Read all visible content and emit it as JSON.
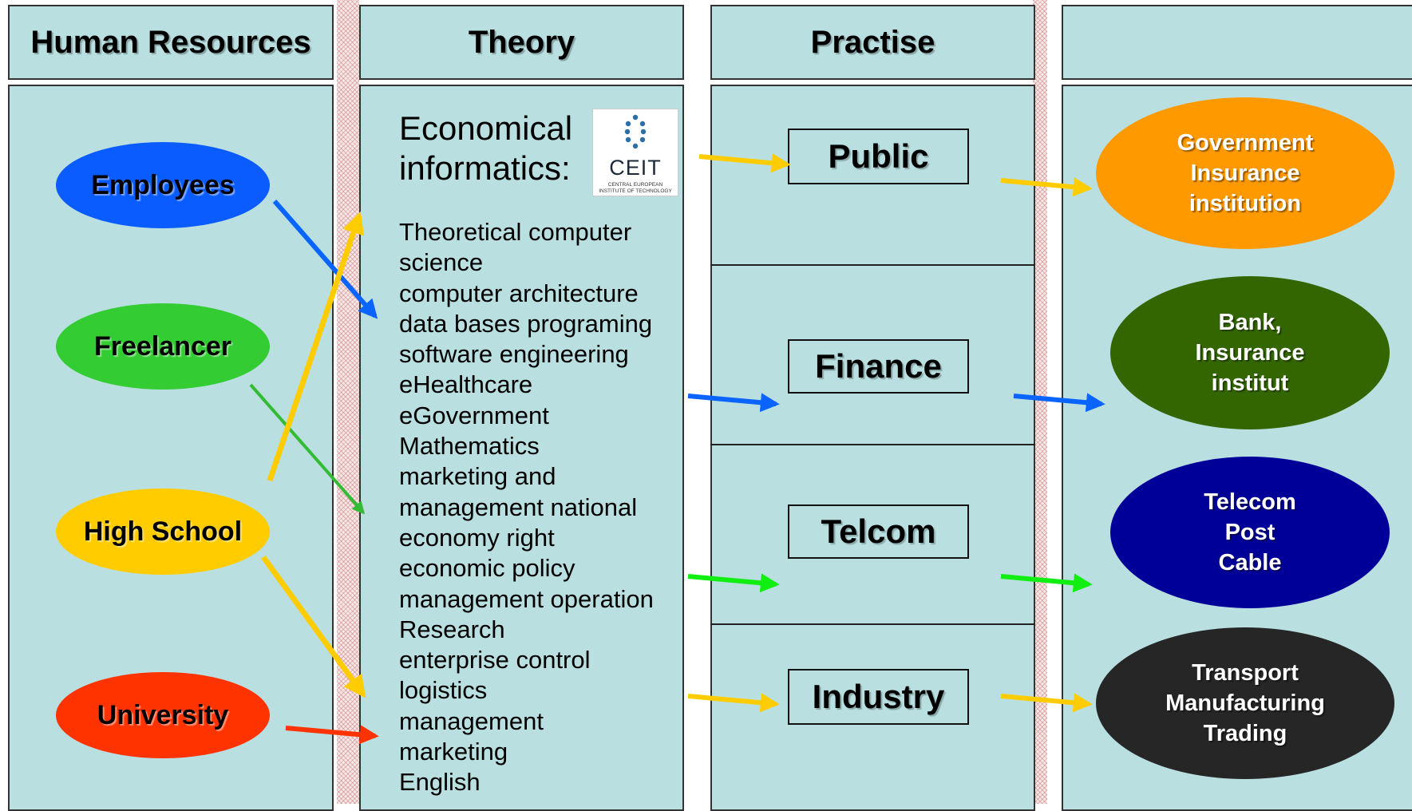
{
  "headers": {
    "human_resources": "Human Resources",
    "theory": "Theory",
    "practise": "Practise",
    "sectors": ""
  },
  "human_resources": [
    {
      "label": "Employees",
      "color": "#0a5cff"
    },
    {
      "label": "Freelancer",
      "color": "#33cc33"
    },
    {
      "label": "High School",
      "color": "#ffcc00"
    },
    {
      "label": "University",
      "color": "#ff3300"
    }
  ],
  "theory": {
    "title_line1": "Economical",
    "title_line2": "informatics:",
    "logo": {
      "name": "CEIT",
      "subtitle": "CENTRAL EUROPEAN\nINSTITUTE OF TECHNOLOGY"
    },
    "courses": [
      "Theoretical computer",
      "science",
      "computer architecture",
      "data bases programing",
      "software engineering",
      "eHealthcare",
      "eGovernment",
      "Mathematics",
      "marketing and",
      "management national",
      "economy right",
      "economic policy",
      "management operation",
      "Research",
      "enterprise control",
      "logistics",
      "management",
      "marketing",
      "English"
    ]
  },
  "practise": [
    {
      "label": "Public"
    },
    {
      "label": "Finance"
    },
    {
      "label": "Telcom"
    },
    {
      "label": "Industry"
    }
  ],
  "sectors": [
    {
      "label": "Government\nInsurance\ninstitution",
      "color": "#ff9900"
    },
    {
      "label": "Bank,\nInsurance\ninstitut",
      "color": "#336600"
    },
    {
      "label": "Telecom\nPost\nCable",
      "color": "#000099"
    },
    {
      "label": "Transport\nManufacturing\nTrading",
      "color": "#262626"
    }
  ],
  "colors": {
    "panel_background": "#b9dfe0",
    "arrow_blue": "#0a64ff",
    "arrow_green_dark": "#33bb33",
    "arrow_green_bright": "#11ee11",
    "arrow_yellow": "#ffcc00",
    "arrow_red": "#ff3300"
  },
  "arrows": [
    {
      "from": "Employees",
      "to": "Theory",
      "color": "blue"
    },
    {
      "from": "Freelancer",
      "to": "Theory",
      "color": "green"
    },
    {
      "from": "High School",
      "to": "Theory",
      "color": "yellow"
    },
    {
      "from": "High School",
      "to": "Theory",
      "color": "yellow"
    },
    {
      "from": "University",
      "to": "Theory",
      "color": "red"
    },
    {
      "from": "Theory",
      "to": "Public",
      "color": "yellow"
    },
    {
      "from": "Theory",
      "to": "Finance",
      "color": "blue"
    },
    {
      "from": "Theory",
      "to": "Telcom",
      "color": "green"
    },
    {
      "from": "Theory",
      "to": "Industry",
      "color": "yellow"
    },
    {
      "from": "Public",
      "to": "Government Insurance institution",
      "color": "yellow"
    },
    {
      "from": "Finance",
      "to": "Bank, Insurance institut",
      "color": "blue"
    },
    {
      "from": "Telcom",
      "to": "Telecom Post Cable",
      "color": "green"
    },
    {
      "from": "Industry",
      "to": "Transport Manufacturing Trading",
      "color": "yellow"
    }
  ]
}
